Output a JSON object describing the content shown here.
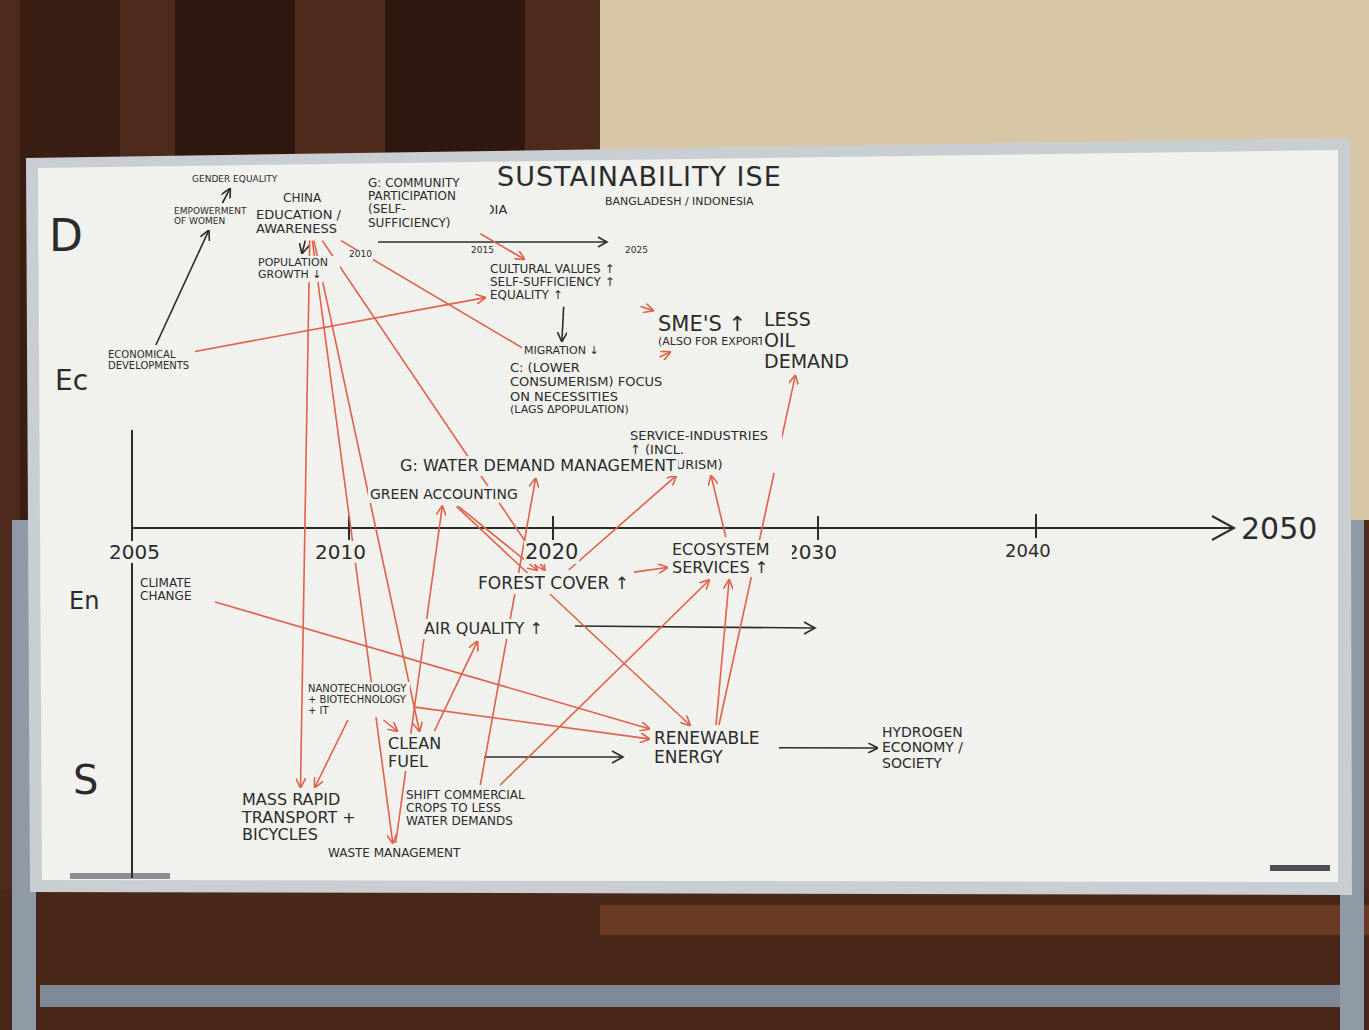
{
  "diagram": {
    "title": "SUSTAINABILITY ISE",
    "nodes": [
      {
        "text": [
          "GENDER EQUALITY"
        ]
      },
      {
        "text": [
          "EMPOWERMENT OF WOMEN"
        ]
      },
      {
        "text": [
          "EDUCATION / AWARENESS"
        ]
      },
      {
        "text": [
          "G: COMMUNITY PARTICIPATION (SELF-SUFFICIENCY)"
        ]
      },
      {
        "text": [
          "POPULATION GROWTH ↓"
        ]
      },
      {
        "text": [
          "ECONOMICAL DEVELOPMENTS"
        ]
      },
      {
        "text": [
          "CULTURAL VALUES ↑ SELF-SUFFICIENCY ↑ EQUALITY ↑"
        ]
      },
      {
        "text": [
          "MIGRATION ↓"
        ]
      },
      {
        "text": [
          "C: (LOWER CONSUMERISM) FOCUS ON NECESSITIES",
          "(LAGS ΔPOPULATION)"
        ]
      },
      {
        "text": [
          "SME'S ↑",
          "(ALSO FOR EXPORTS)"
        ]
      },
      {
        "text": [
          "LESS OIL DEMAND"
        ]
      },
      {
        "text": [
          "SERVICE-INDUSTRIES ↑ (INCL. ECOTOURISM)"
        ]
      },
      {
        "text": [
          "G: WATER DEMAND MANAGEMENT"
        ]
      },
      {
        "text": [
          "GREEN ACCOUNTING"
        ]
      },
      {
        "text": [
          "CLIMATE CHANGE"
        ]
      },
      {
        "text": [
          "FOREST COVER ↑"
        ]
      },
      {
        "text": [
          "ECOSYSTEM SERVICES ↑"
        ]
      },
      {
        "text": [
          "AIR QUALITY ↑"
        ]
      },
      {
        "text": [
          "NANOTECHNOLOGY + BIOTECHNOLOGY + IT"
        ]
      },
      {
        "text": [
          "CLEAN FUEL"
        ]
      },
      {
        "text": [
          "RENEWABLE ENERGY"
        ]
      },
      {
        "text": [
          "HYDROGEN ECONOMY / SOCIETY"
        ]
      },
      {
        "text": [
          "MASS RAPID TRANSPORT + BICYCLES"
        ]
      },
      {
        "text": [
          "WASTE MANAGEMENT"
        ]
      },
      {
        "text": [
          "SHIFT COMMERCIAL CROPS TO LESS WATER DEMANDS"
        ]
      }
    ],
    "edges": [
      {
        "from": 5,
        "to": 1,
        "arrow": "to"
      },
      {
        "from": 1,
        "to": 0,
        "arrow": "to"
      },
      {
        "from": 5,
        "to": 6,
        "arrow": "to"
      },
      {
        "from": 2,
        "to": 4,
        "arrow": "to"
      },
      {
        "from": 3,
        "to": 6,
        "arrow": "to"
      },
      {
        "from": 6,
        "to": 7,
        "arrow": "to"
      },
      {
        "from": 6,
        "to": 9,
        "arrow": "to"
      },
      {
        "from": 8,
        "to": 9,
        "arrow": "to"
      },
      {
        "from": 2,
        "to": 8,
        "arrow": "to"
      },
      {
        "from": 2,
        "to": 15,
        "arrow": "to"
      },
      {
        "from": 2,
        "to": 22,
        "arrow": "to"
      },
      {
        "from": 2,
        "to": 23,
        "arrow": "to"
      },
      {
        "from": 2,
        "to": 19,
        "arrow": "to"
      },
      {
        "from": 13,
        "to": 15,
        "arrow": "to"
      },
      {
        "from": 24,
        "to": 12,
        "arrow": "to"
      },
      {
        "from": 14,
        "to": 20,
        "arrow": "to"
      },
      {
        "from": 18,
        "to": 20,
        "arrow": "to"
      },
      {
        "from": 18,
        "to": 19,
        "arrow": "to"
      },
      {
        "from": 18,
        "to": 22,
        "arrow": "to"
      },
      {
        "from": 19,
        "to": 17,
        "arrow": "to"
      },
      {
        "from": 20,
        "to": 21,
        "arrow": "to"
      },
      {
        "from": 20,
        "to": 16,
        "arrow": "to"
      },
      {
        "from": 20,
        "to": 10,
        "arrow": "to"
      },
      {
        "from": 15,
        "to": 16,
        "arrow": "to"
      },
      {
        "from": 16,
        "to": 11,
        "arrow": "to"
      },
      {
        "from": 15,
        "to": 11,
        "arrow": "to"
      },
      {
        "from": 13,
        "to": 20,
        "arrow": "to"
      },
      {
        "from": 23,
        "to": 13,
        "arrow": "to"
      },
      {
        "from": 24,
        "to": 16,
        "arrow": "to"
      }
    ],
    "labels": [
      "D",
      "CHINA",
      "INDIA",
      "BANGLADESH / INDONESIA",
      "2010",
      "2015",
      "2025",
      "Ec",
      "2005",
      "2010",
      "2020",
      "2030",
      "2040",
      "2050",
      "En",
      "S"
    ]
  }
}
